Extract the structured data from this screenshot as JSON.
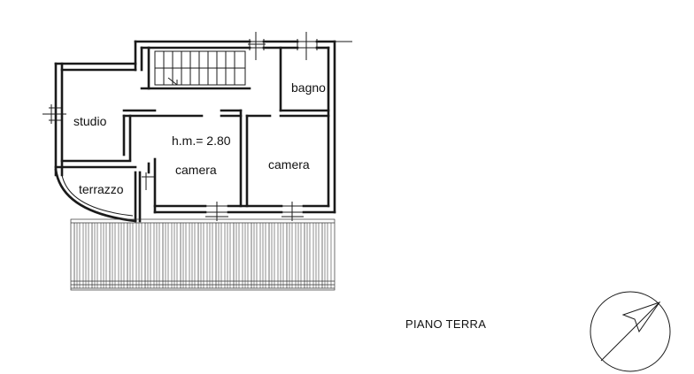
{
  "plan": {
    "floor_label": "PIANO TERRA",
    "rooms": {
      "bagno": "bagno",
      "studio": "studio",
      "camera_left": "camera",
      "camera_right": "camera",
      "terrazzo": "terrazzo"
    },
    "ceiling_height": "h.m.= 2.80"
  },
  "icons": {
    "north_arrow": "north-arrow-icon",
    "staircase": "staircase-icon",
    "window": "window-icon"
  },
  "colors": {
    "ink": "#1a1a1a",
    "background": "#ffffff"
  }
}
